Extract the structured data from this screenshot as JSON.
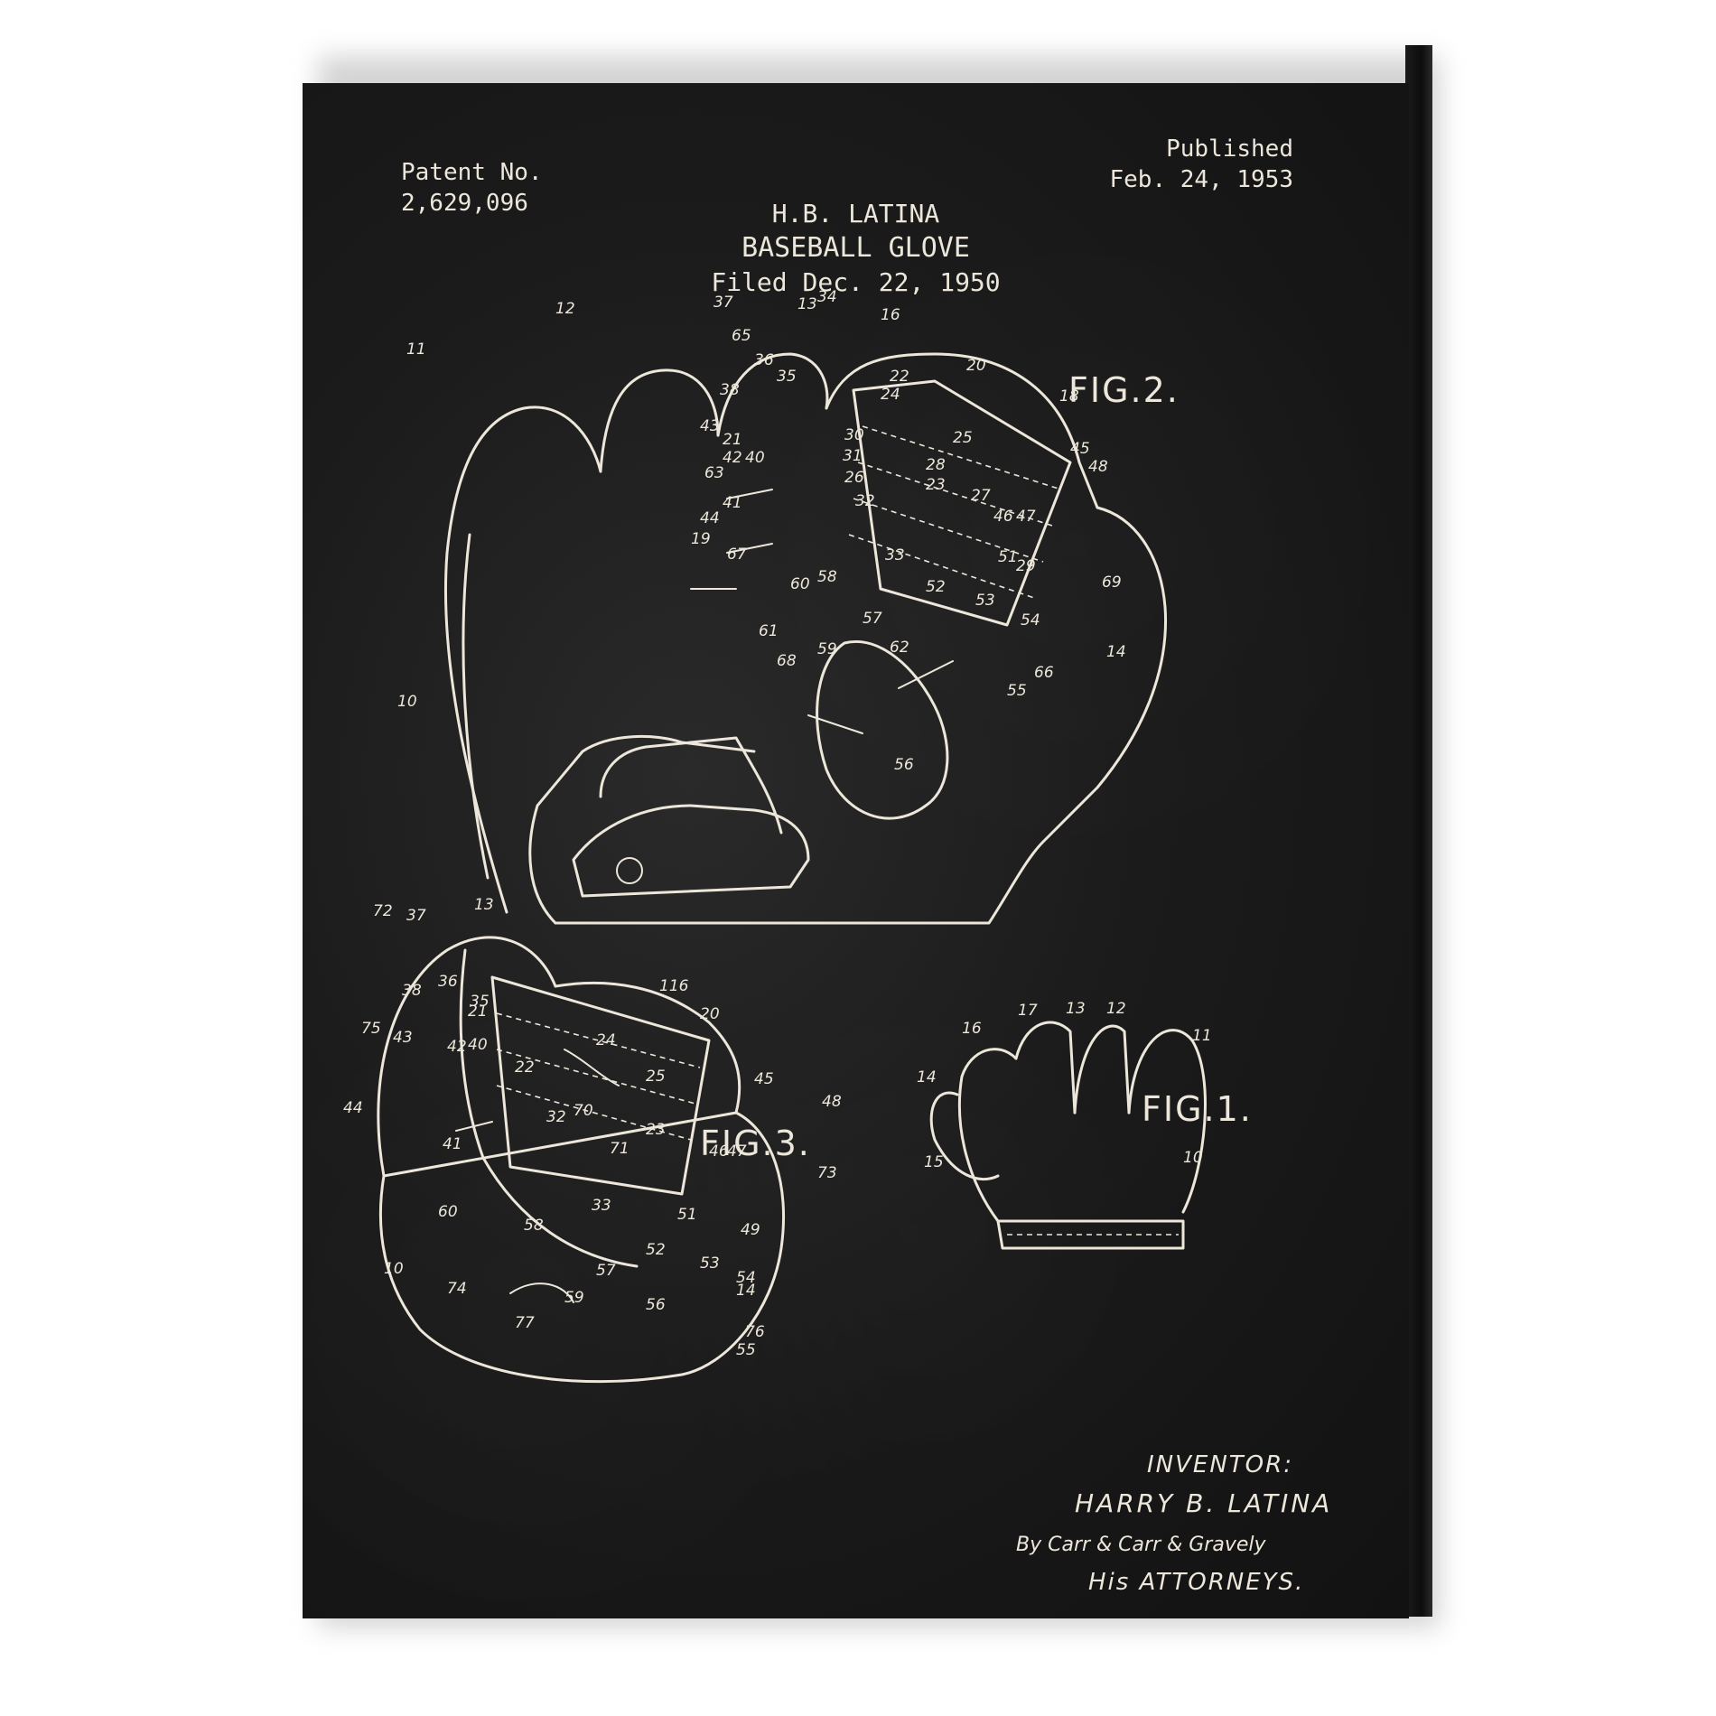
{
  "poster": {
    "patent_label": "Patent No.",
    "patent_number": "2,629,096",
    "published_label": "Published",
    "published_date": "Feb. 24, 1953",
    "inventor_title": "H.B. LATINA",
    "invention_title": "BASEBALL GLOVE",
    "filed": "Filed Dec. 22, 1950"
  },
  "figures": {
    "fig1_label": "FIG.1.",
    "fig2_label": "FIG.2.",
    "fig3_label": "FIG.3."
  },
  "signature": {
    "inventor_label": "INVENTOR:",
    "inventor_name": "HARRY B. LATINA",
    "by_line": "By Carr & Carr & Gravely",
    "attorneys": "His ATTORNEYS."
  },
  "reference_numerals": {
    "fig2": [
      "10",
      "11",
      "12",
      "13",
      "14",
      "16",
      "18",
      "19",
      "20",
      "21",
      "22",
      "23",
      "24",
      "25",
      "26",
      "27",
      "28",
      "29",
      "30",
      "31",
      "32",
      "33",
      "34",
      "35",
      "36",
      "37",
      "38",
      "40",
      "41",
      "42",
      "43",
      "44",
      "45",
      "46",
      "47",
      "48",
      "51",
      "52",
      "53",
      "54",
      "55",
      "56",
      "57",
      "58",
      "59",
      "60",
      "61",
      "62",
      "63",
      "65",
      "66",
      "67",
      "68",
      "69"
    ],
    "fig3": [
      "10",
      "13",
      "14",
      "20",
      "21",
      "22",
      "23",
      "24",
      "25",
      "32",
      "33",
      "35",
      "36",
      "37",
      "38",
      "40",
      "41",
      "42",
      "43",
      "44",
      "45",
      "46",
      "47",
      "48",
      "49",
      "51",
      "52",
      "53",
      "54",
      "55",
      "56",
      "57",
      "58",
      "59",
      "60",
      "70",
      "71",
      "72",
      "73",
      "74",
      "75",
      "76",
      "77",
      "116"
    ],
    "fig1": [
      "10",
      "11",
      "12",
      "13",
      "14",
      "15",
      "16",
      "17"
    ]
  },
  "colors": {
    "chalkboard": "#1b1b1b",
    "ink": "#ece7da",
    "frame_edge": "#0d0d0d"
  }
}
